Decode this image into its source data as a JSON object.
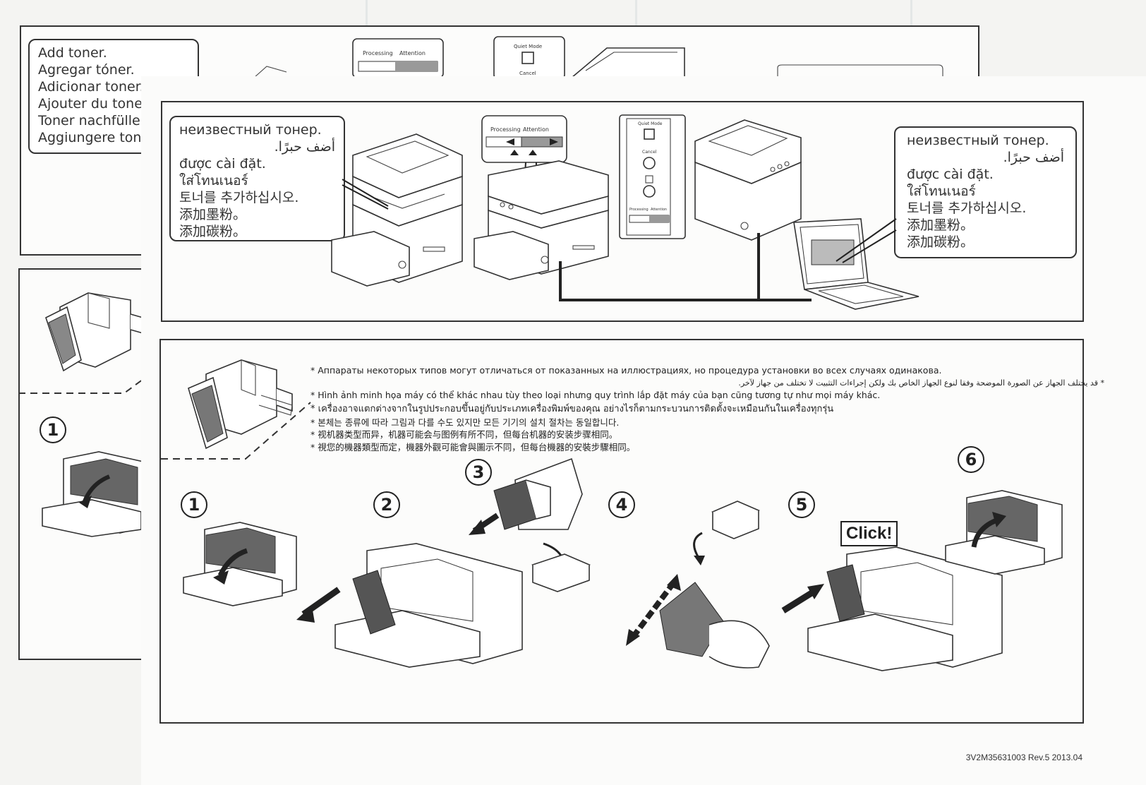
{
  "back_panel": {
    "lines": [
      "Add toner.",
      "Agregar tóner.",
      "Adicionar toner.",
      "Ajouter du toner.",
      "Toner nachfüllen.",
      "Aggiungere toner"
    ],
    "step_number": "1"
  },
  "top_panel": {
    "callout_left": {
      "lines": [
        "неизвестный тонер.",
        "أضف حبرًا.",
        "được cài đặt.",
        "ใส่โทนเนอร์",
        "토너를 추가하십시오.",
        "添加墨粉。",
        "添加碳粉。"
      ]
    },
    "callout_right": {
      "lines": [
        "неизвестный тонер.",
        "أضف حبرًا.",
        "được cài đặt.",
        "ใส่โทนเนอร์",
        "토너를 추가하십시오.",
        "添加墨粉。",
        "添加碳粉。"
      ]
    },
    "indicator_labels": {
      "processing": "Processing",
      "attention": "Attention"
    },
    "panel_labels": {
      "quiet_mode": "Quiet Mode",
      "cancel": "Cancel",
      "processing": "Processing",
      "attention": "Attention"
    },
    "back_indicator_labels": {
      "processing": "Processing",
      "attention": "Attention",
      "quiet_mode": "Quiet Mode",
      "cancel": "Cancel"
    }
  },
  "bottom_panel": {
    "notes": [
      "* Аппараты некоторых типов могут отличаться от показанных на иллюстрациях, но процедура установки во всех случаях одинакова.",
      "* قد يختلف الجهاز عن الصورة الموضحة وفقا لنوع الجهاز الخاص بك ولكن إجراءات التثبيت لا تختلف من جهاز لآخر.",
      "* Hình ảnh minh họa máy có thể khác nhau tùy theo loại nhưng quy trình lắp đặt máy của bạn cũng tương tự như mọi máy khác.",
      "* เครื่องอาจแตกต่างจากในรูปประกอบขึ้นอยู่กับประเภทเครื่องพิมพ์ของคุณ อย่างไรก็ตามกระบวนการติดตั้งจะเหมือนกันในเครื่องทุกรุ่น",
      "* 본체는 종류에 따라 그림과 다를 수도 있지만 모든 기기의 설치 절차는 동일합니다.",
      "* 视机器类型而异，机器可能会与图例有所不同，但每台机器的安装步骤相同。",
      "* 視您的機器類型而定，機器外觀可能會與圖示不同，但每台機器的安裝步驟相同。"
    ],
    "steps": [
      "1",
      "2",
      "3",
      "4",
      "5",
      "6"
    ],
    "click_label": "Click!"
  },
  "footer": {
    "code": "3V2M35631003  Rev.5  2013.04"
  }
}
